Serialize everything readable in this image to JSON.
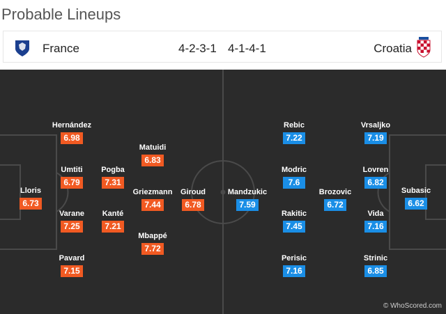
{
  "title": "Probable Lineups",
  "match": {
    "home": {
      "name": "France",
      "formation": "4-2-3-1",
      "crest": "france-crest-icon"
    },
    "away": {
      "name": "Croatia",
      "formation": "4-1-4-1",
      "crest": "croatia-crest-icon"
    }
  },
  "colors": {
    "home_rating": "#f15a22",
    "away_rating": "#1a8ee6",
    "pitch": "#2b2b2b"
  },
  "home_players": [
    {
      "name": "Lloris",
      "rating": "6.73"
    },
    {
      "name": "Hernández",
      "rating": "6.98"
    },
    {
      "name": "Umtiti",
      "rating": "6.79"
    },
    {
      "name": "Varane",
      "rating": "7.25"
    },
    {
      "name": "Pavard",
      "rating": "7.15"
    },
    {
      "name": "Pogba",
      "rating": "7.31"
    },
    {
      "name": "Kanté",
      "rating": "7.21"
    },
    {
      "name": "Matuidi",
      "rating": "6.83"
    },
    {
      "name": "Griezmann",
      "rating": "7.44"
    },
    {
      "name": "Mbappé",
      "rating": "7.72"
    },
    {
      "name": "Giroud",
      "rating": "6.78"
    }
  ],
  "away_players": [
    {
      "name": "Subasic",
      "rating": "6.62"
    },
    {
      "name": "Vrsaljko",
      "rating": "7.19"
    },
    {
      "name": "Lovren",
      "rating": "6.82"
    },
    {
      "name": "Vida",
      "rating": "7.16"
    },
    {
      "name": "Strinic",
      "rating": "6.85"
    },
    {
      "name": "Brozovic",
      "rating": "6.72"
    },
    {
      "name": "Rebic",
      "rating": "7.22"
    },
    {
      "name": "Modric",
      "rating": "7.6"
    },
    {
      "name": "Rakitic",
      "rating": "7.45"
    },
    {
      "name": "Perisic",
      "rating": "7.16"
    },
    {
      "name": "Mandzukic",
      "rating": "7.59"
    }
  ],
  "watermark": "© WhoScored.com"
}
